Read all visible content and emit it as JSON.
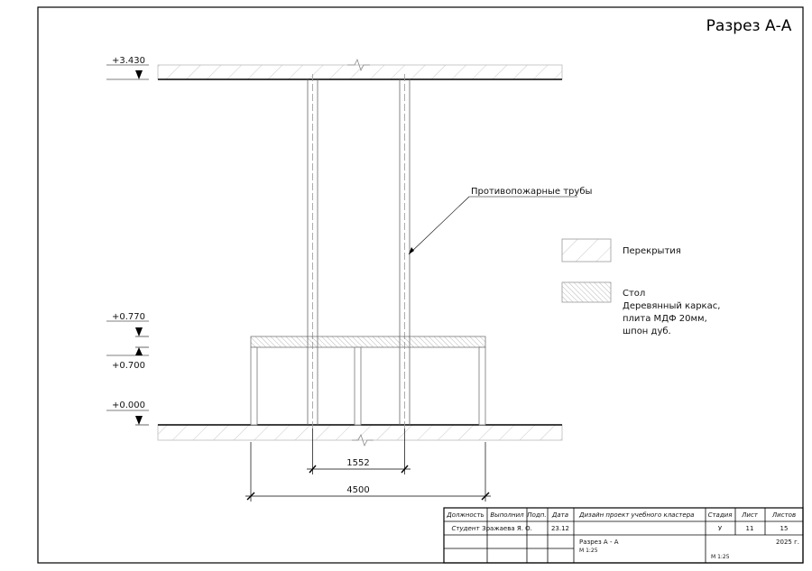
{
  "title": "Разрез А-А",
  "levels": [
    "+3.430",
    "+0.770",
    "+0.700",
    "+0.000"
  ],
  "dimensions": [
    "1552",
    "4500"
  ],
  "leader_label": "Противопожарные трубы",
  "legend": [
    {
      "label": "Перекрытия",
      "lines": [
        "Перекрытия"
      ]
    },
    {
      "label": "Стол",
      "lines": [
        "Стол",
        "Деревянный каркас,",
        "плита МДФ 20мм,",
        "шпон дуб."
      ]
    }
  ],
  "title_block": {
    "headers": [
      "Должность",
      "Выполнил",
      "Подп.",
      "Дата"
    ],
    "row": [
      "Студент",
      "Зражаева Я. О.",
      "",
      "23.12"
    ],
    "project": "Дизайн проект учебного кластера",
    "stage_headers": [
      "Стадия",
      "Лист",
      "Листов"
    ],
    "stage_values": [
      "У",
      "11",
      "15"
    ],
    "sheet_name": "Разрез А - А",
    "sheet_scale": "М 1:25",
    "year": "2025 г.",
    "scale": "М 1:25"
  }
}
